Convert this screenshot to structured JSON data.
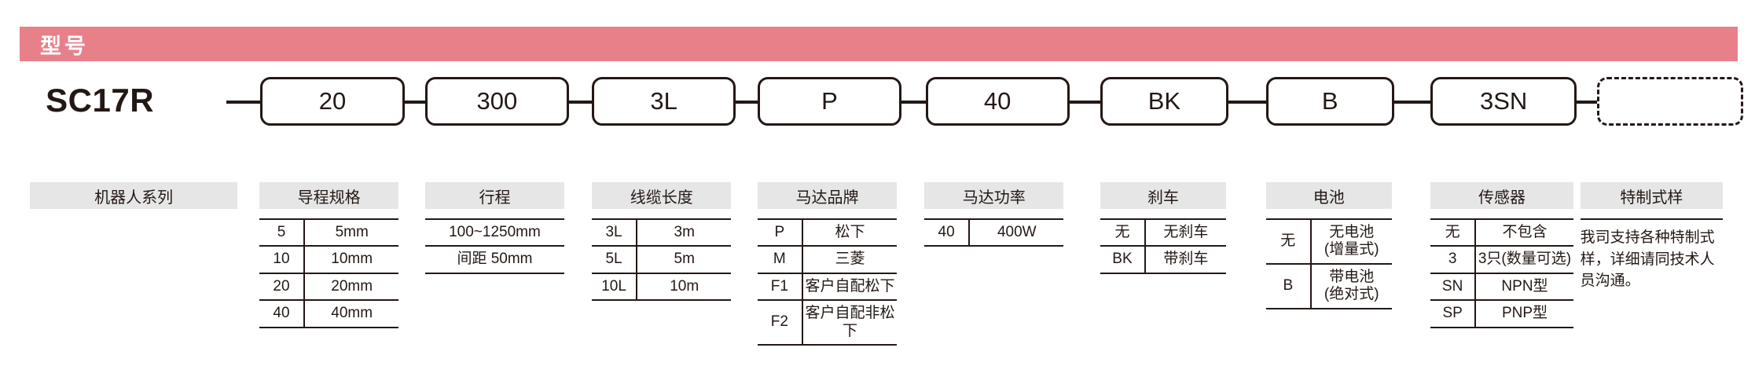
{
  "banner": {
    "title": "型号"
  },
  "model": {
    "prefix": "SC17R",
    "boxes": [
      {
        "value": "20"
      },
      {
        "value": "300"
      },
      {
        "value": "3L"
      },
      {
        "value": "P"
      },
      {
        "value": "40"
      },
      {
        "value": "BK"
      },
      {
        "value": "B"
      },
      {
        "value": "3SN"
      },
      {
        "value": ""
      }
    ]
  },
  "columns": [
    {
      "header": "机器人系列",
      "type": "none",
      "rows": []
    },
    {
      "header": "导程规格",
      "type": "pairs",
      "rows": [
        {
          "code": "5",
          "value": "5mm"
        },
        {
          "code": "10",
          "value": "10mm"
        },
        {
          "code": "20",
          "value": "20mm"
        },
        {
          "code": "40",
          "value": "40mm"
        }
      ]
    },
    {
      "header": "行程",
      "type": "single",
      "rows": [
        {
          "value": "100~1250mm"
        },
        {
          "value": "间距 50mm"
        }
      ]
    },
    {
      "header": "线缆长度",
      "type": "pairs",
      "rows": [
        {
          "code": "3L",
          "value": "3m"
        },
        {
          "code": "5L",
          "value": "5m"
        },
        {
          "code": "10L",
          "value": "10m"
        }
      ]
    },
    {
      "header": "马达品牌",
      "type": "pairs",
      "rows": [
        {
          "code": "P",
          "value": "松下"
        },
        {
          "code": "M",
          "value": "三菱"
        },
        {
          "code": "F1",
          "value": "客户自配松下"
        },
        {
          "code": "F2",
          "value": "客户自配非松下"
        }
      ]
    },
    {
      "header": "马达功率",
      "type": "pairs",
      "rows": [
        {
          "code": "40",
          "value": "400W"
        }
      ]
    },
    {
      "header": "刹车",
      "type": "pairs",
      "rows": [
        {
          "code": "无",
          "value": "无刹车"
        },
        {
          "code": "BK",
          "value": "带刹车"
        }
      ]
    },
    {
      "header": "电池",
      "type": "pairs",
      "rows": [
        {
          "code": "无",
          "value": "无电池\n(增量式)"
        },
        {
          "code": "B",
          "value": "带电池\n(绝对式)"
        }
      ]
    },
    {
      "header": "传感器",
      "type": "pairs",
      "rows": [
        {
          "code": "无",
          "value": "不包含"
        },
        {
          "code": "3",
          "value": "3只(数量可选)"
        },
        {
          "code": "SN",
          "value": "NPN型"
        },
        {
          "code": "SP",
          "value": "PNP型"
        }
      ]
    },
    {
      "header": "特制式样",
      "type": "note",
      "note": "我司支持各种特制式样，详细请同技术人员沟通。"
    }
  ],
  "colors": {
    "banner": "#e8808a",
    "header_bg": "#e6e6e6",
    "ink": "#231815"
  }
}
